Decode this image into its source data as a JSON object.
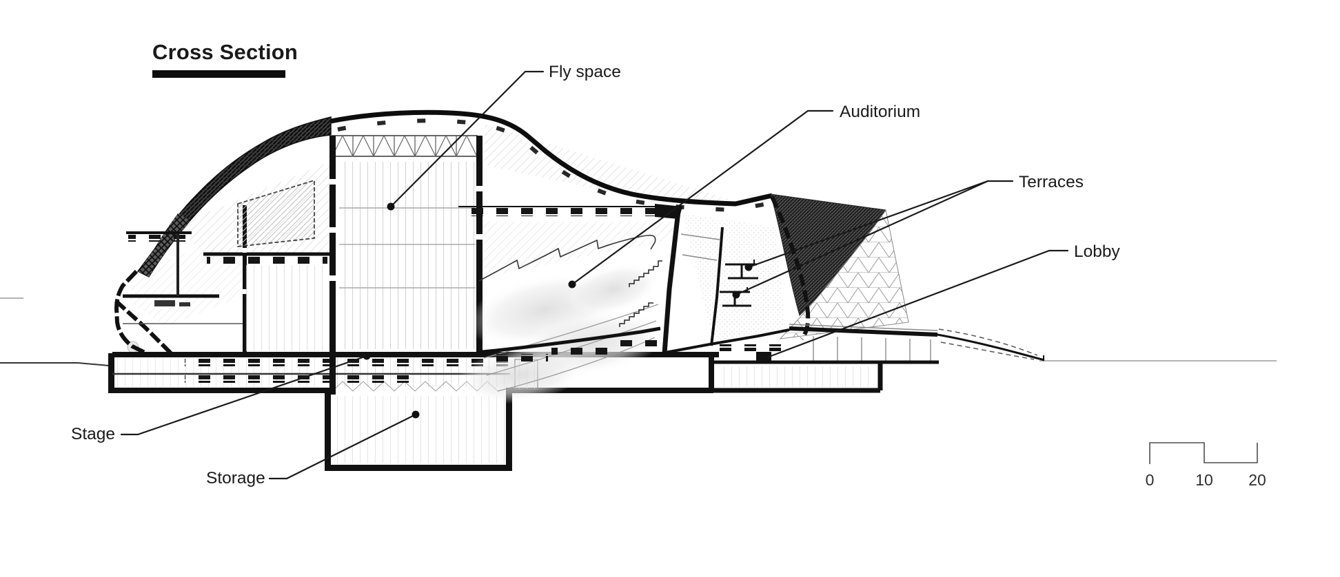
{
  "title": {
    "text": "Cross Section"
  },
  "annotations": {
    "fly_space": {
      "label": "Fly space"
    },
    "auditorium": {
      "label": "Auditorium"
    },
    "terraces": {
      "label": "Terraces"
    },
    "lobby": {
      "label": "Lobby"
    },
    "stage": {
      "label": "Stage"
    },
    "storage": {
      "label": "Storage"
    }
  },
  "scale_bar": {
    "ticks": [
      "0",
      "10",
      "20"
    ]
  },
  "colors": {
    "ink": "#1a1a1a",
    "paper": "#ffffff",
    "line-gray": "#4d4d4d",
    "light-gray": "#bbbbbb"
  }
}
